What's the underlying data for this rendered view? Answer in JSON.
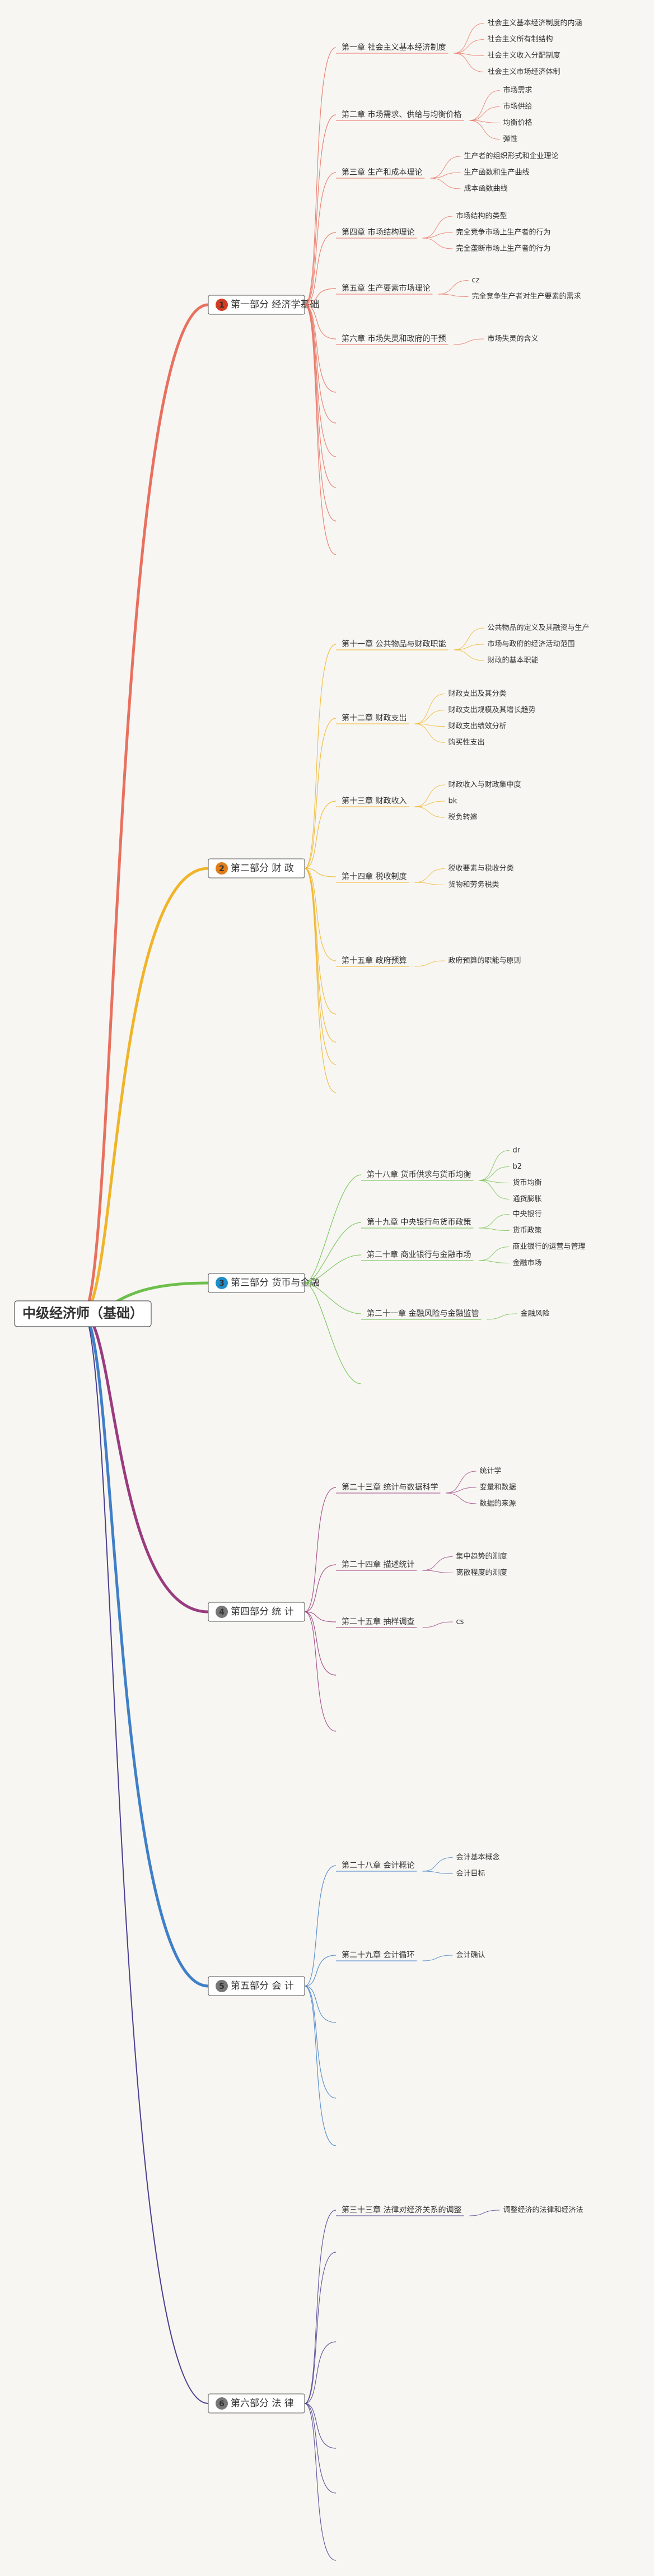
{
  "root": {
    "label": "中级经济师（基础）"
  },
  "parts": [
    {
      "num": "1",
      "label": "第一部分 经济学基础",
      "color": "#e8705f",
      "badge": "#d23c23",
      "chapters": [
        {
          "label": "第一章 社会主义基本经济制度",
          "items": [
            "社会主义基本经济制度的内涵",
            "社会主义所有制结构",
            "社会主义收入分配制度",
            "社会主义市场经济体制"
          ]
        },
        {
          "label": "第二章 市场需求、供给与均衡价格",
          "items": [
            "市场需求",
            "市场供给",
            "均衡价格",
            "弹性"
          ]
        },
        {
          "label": "第三章 生产和成本理论",
          "items": [
            "生产者的组织形式和企业理论",
            "生产函数和生产曲线",
            "成本函数曲线"
          ]
        },
        {
          "label": "第四章 市场结构理论",
          "items": [
            "市场结构的类型",
            "完全竞争市场上生产者的行为",
            "完全垄断市场上生产者的行为"
          ]
        },
        {
          "label": "第五章 生产要素市场理论",
          "items": [
            "cz",
            "完全竞争生产者对生产要素的需求"
          ]
        },
        {
          "label": "第六章 市场失灵和政府的干预",
          "items": [
            "市场失灵的含义"
          ]
        }
      ]
    },
    {
      "num": "2",
      "label": "第二部分 财 政",
      "color": "#f0b429",
      "badge": "#e07c1a",
      "chapters": [
        {
          "label": "第十一章 公共物品与财政职能",
          "items": [
            "公共物品的定义及其融资与生产",
            "市场与政府的经济活动范围",
            "财政的基本职能"
          ]
        },
        {
          "label": "第十二章 财政支出",
          "items": [
            "财政支出及其分类",
            "财政支出规模及其增长趋势",
            "财政支出绩效分析",
            "购买性支出"
          ]
        },
        {
          "label": "第十三章 财政收入",
          "items": [
            "财政收入与财政集中度",
            "bk",
            "税负转嫁"
          ]
        },
        {
          "label": "第十四章 税收制度",
          "items": [
            "税收要素与税收分类",
            "货物和劳务税类"
          ]
        },
        {
          "label": "第十五章 政府预算",
          "items": [
            "政府预算的职能与原则"
          ]
        }
      ]
    },
    {
      "num": "3",
      "label": "第三部分 货币与金融",
      "color": "#6cbf4a",
      "badge": "#1f8ec9",
      "chapters": [
        {
          "label": "第十八章 货币供求与货币均衡",
          "items": [
            "dr",
            "b2",
            "货币均衡",
            "通货膨胀"
          ]
        },
        {
          "label": "第十九章 中央银行与货币政策",
          "items": [
            "中央银行",
            "货币政策"
          ]
        },
        {
          "label": "第二十章 商业银行与金融市场",
          "items": [
            "商业银行的运营与管理",
            "金融市场"
          ]
        },
        {
          "label": "第二十一章 金融风险与金融监管",
          "items": [
            "金融风险"
          ]
        }
      ]
    },
    {
      "num": "4",
      "label": "第四部分 统 计",
      "color": "#9a3b7f",
      "badge": "#777777",
      "chapters": [
        {
          "label": "第二十三章 统计与数据科学",
          "items": [
            "统计学",
            "变量和数据",
            "数据的来源"
          ]
        },
        {
          "label": "第二十四章 描述统计",
          "items": [
            "集中趋势的测度",
            "离散程度的测度"
          ]
        },
        {
          "label": "第二十五章 抽样调查",
          "items": [
            "cs"
          ]
        }
      ]
    },
    {
      "num": "5",
      "label": "第五部分 会 计",
      "color": "#3f7fc8",
      "badge": "#777777",
      "chapters": [
        {
          "label": "第二十八章 会计概论",
          "items": [
            "会计基本概念",
            "会计目标"
          ]
        },
        {
          "label": "第二十九章 会计循环",
          "items": [
            "会计确认"
          ]
        }
      ]
    },
    {
      "num": "6",
      "label": "第六部分 法 律",
      "color": "#4a3f8f",
      "badge": "#777777",
      "chapters": [
        {
          "label": "第三十三章 法律对经济关系的调整",
          "items": [
            "调整经济的法律和经济法"
          ]
        }
      ]
    }
  ]
}
